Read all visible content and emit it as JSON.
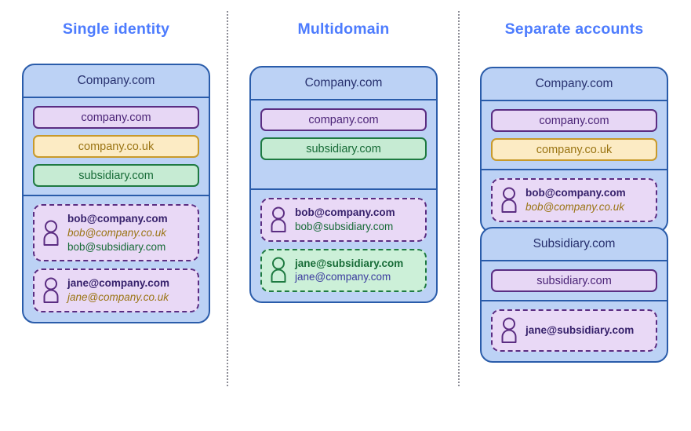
{
  "diagram": {
    "title_color": "#4d7cfe",
    "background": "#ffffff"
  },
  "columns": [
    {
      "title": "Single identity",
      "orgs": [
        {
          "name": "Company.com",
          "domains": [
            {
              "label": "company.com",
              "theme": "purple"
            },
            {
              "label": "company.co.uk",
              "theme": "gold"
            },
            {
              "label": "subsidiary.com",
              "theme": "green"
            }
          ],
          "users": [
            {
              "icon": "person-icon",
              "theme": "purple",
              "lines": [
                {
                  "text": "bob@company.com",
                  "style": "primary",
                  "color": "purple"
                },
                {
                  "text": "bob@company.co.uk",
                  "style": "italic",
                  "color": "gold"
                },
                {
                  "text": "bob@subsidiary.com",
                  "style": "regular",
                  "color": "green"
                }
              ]
            },
            {
              "icon": "person-icon",
              "theme": "purple",
              "lines": [
                {
                  "text": "jane@company.com",
                  "style": "primary",
                  "color": "purple"
                },
                {
                  "text": "jane@company.co.uk",
                  "style": "italic",
                  "color": "gold"
                }
              ]
            }
          ]
        }
      ]
    },
    {
      "title": "Multidomain",
      "orgs": [
        {
          "name": "Company.com",
          "domains": [
            {
              "label": "company.com",
              "theme": "purple"
            },
            {
              "label": "subsidiary.com",
              "theme": "green"
            }
          ],
          "users": [
            {
              "icon": "person-icon",
              "theme": "purple",
              "lines": [
                {
                  "text": "bob@company.com",
                  "style": "primary",
                  "color": "purple"
                },
                {
                  "text": "bob@subsidiary.com",
                  "style": "regular",
                  "color": "green"
                }
              ]
            },
            {
              "icon": "person-icon",
              "theme": "green",
              "lines": [
                {
                  "text": "jane@subsidiary.com",
                  "style": "primary",
                  "color": "green"
                },
                {
                  "text": "jane@company.com",
                  "style": "regular",
                  "color": "blue"
                }
              ]
            }
          ]
        }
      ]
    },
    {
      "title": "Separate accounts",
      "orgs": [
        {
          "name": "Company.com",
          "domains": [
            {
              "label": "company.com",
              "theme": "purple"
            },
            {
              "label": "company.co.uk",
              "theme": "gold"
            }
          ],
          "users": [
            {
              "icon": "person-icon",
              "theme": "purple",
              "lines": [
                {
                  "text": "bob@company.com",
                  "style": "primary",
                  "color": "purple"
                },
                {
                  "text": "bob@company.co.uk",
                  "style": "italic",
                  "color": "gold"
                }
              ]
            }
          ]
        },
        {
          "name": "Subsidiary.com",
          "domains": [
            {
              "label": "subsidiary.com",
              "theme": "purple"
            }
          ],
          "users": [
            {
              "icon": "person-icon",
              "theme": "purple",
              "lines": [
                {
                  "text": "jane@subsidiary.com",
                  "style": "primary",
                  "color": "purple"
                }
              ]
            }
          ]
        }
      ]
    }
  ]
}
